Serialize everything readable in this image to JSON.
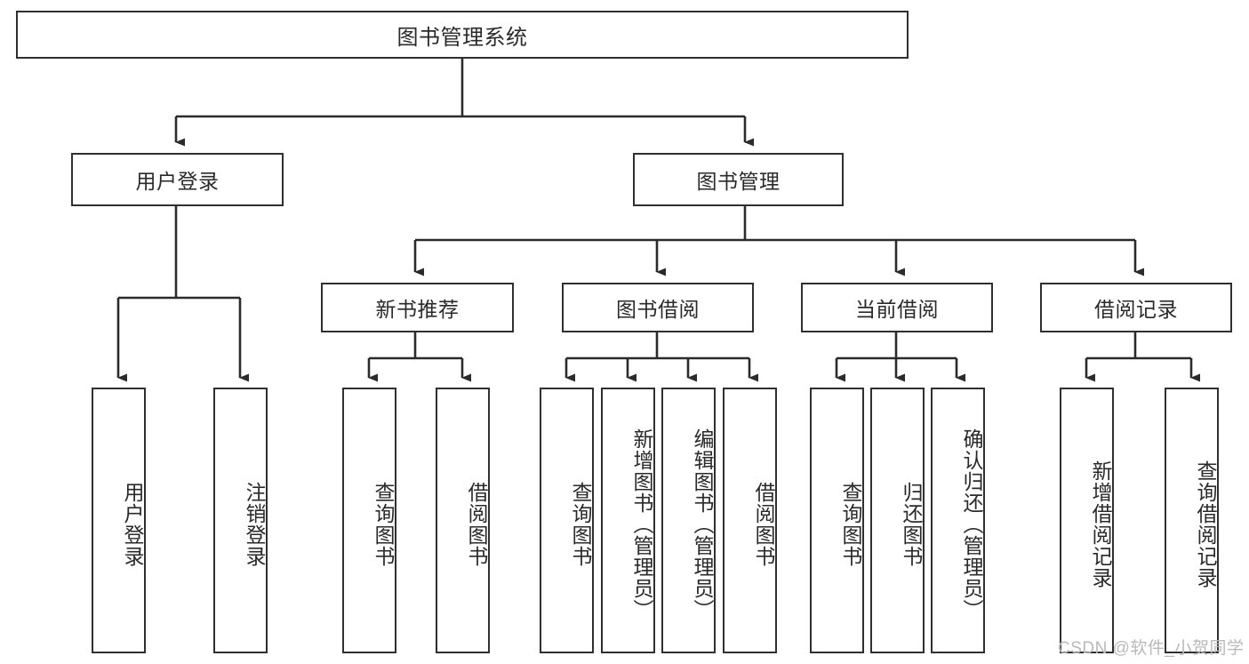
{
  "diagram": {
    "title": "图书管理系统",
    "type": "tree-hierarchy",
    "watermark": "CSDN @软件_小贺同学",
    "colors": {
      "background": "#ffffff",
      "border": "#303030",
      "text": "#2a2a2a",
      "connector": "#2b2b2b",
      "watermark": "#b9b9b9"
    },
    "levels": {
      "root": {
        "label": "图书管理系统"
      },
      "level2": [
        {
          "id": "user-login",
          "label": "用户登录"
        },
        {
          "id": "book-manage",
          "label": "图书管理"
        }
      ],
      "level3": [
        {
          "id": "new-book-recommend",
          "label": "新书推荐",
          "parent": "book-manage"
        },
        {
          "id": "book-borrow",
          "label": "图书借阅",
          "parent": "book-manage"
        },
        {
          "id": "current-borrow",
          "label": "当前借阅",
          "parent": "book-manage"
        },
        {
          "id": "borrow-record",
          "label": "借阅记录",
          "parent": "book-manage"
        }
      ],
      "leaves": [
        {
          "id": "leaf-user-login",
          "label": "用户登录",
          "parent": "user-login"
        },
        {
          "id": "leaf-logout",
          "label": "注销登录",
          "parent": "user-login"
        },
        {
          "id": "leaf-query-book-1",
          "label": "查询图书",
          "parent": "new-book-recommend"
        },
        {
          "id": "leaf-borrow-book-1",
          "label": "借阅图书",
          "parent": "new-book-recommend"
        },
        {
          "id": "leaf-query-book-2",
          "label": "查询图书",
          "parent": "book-borrow"
        },
        {
          "id": "leaf-add-book",
          "label": "新增图书（管理员）",
          "parent": "book-borrow"
        },
        {
          "id": "leaf-edit-book",
          "label": "编辑图书（管理员）",
          "parent": "book-borrow"
        },
        {
          "id": "leaf-borrow-book-2",
          "label": "借阅图书",
          "parent": "book-borrow"
        },
        {
          "id": "leaf-query-book-3",
          "label": "查询图书",
          "parent": "current-borrow"
        },
        {
          "id": "leaf-return-book",
          "label": "归还图书",
          "parent": "current-borrow"
        },
        {
          "id": "leaf-confirm-return",
          "label": "确认归还（管理员）",
          "parent": "current-borrow"
        },
        {
          "id": "leaf-add-record",
          "label": "新增借阅记录",
          "parent": "borrow-record"
        },
        {
          "id": "leaf-query-record",
          "label": "查询借阅记录",
          "parent": "borrow-record"
        }
      ]
    }
  }
}
